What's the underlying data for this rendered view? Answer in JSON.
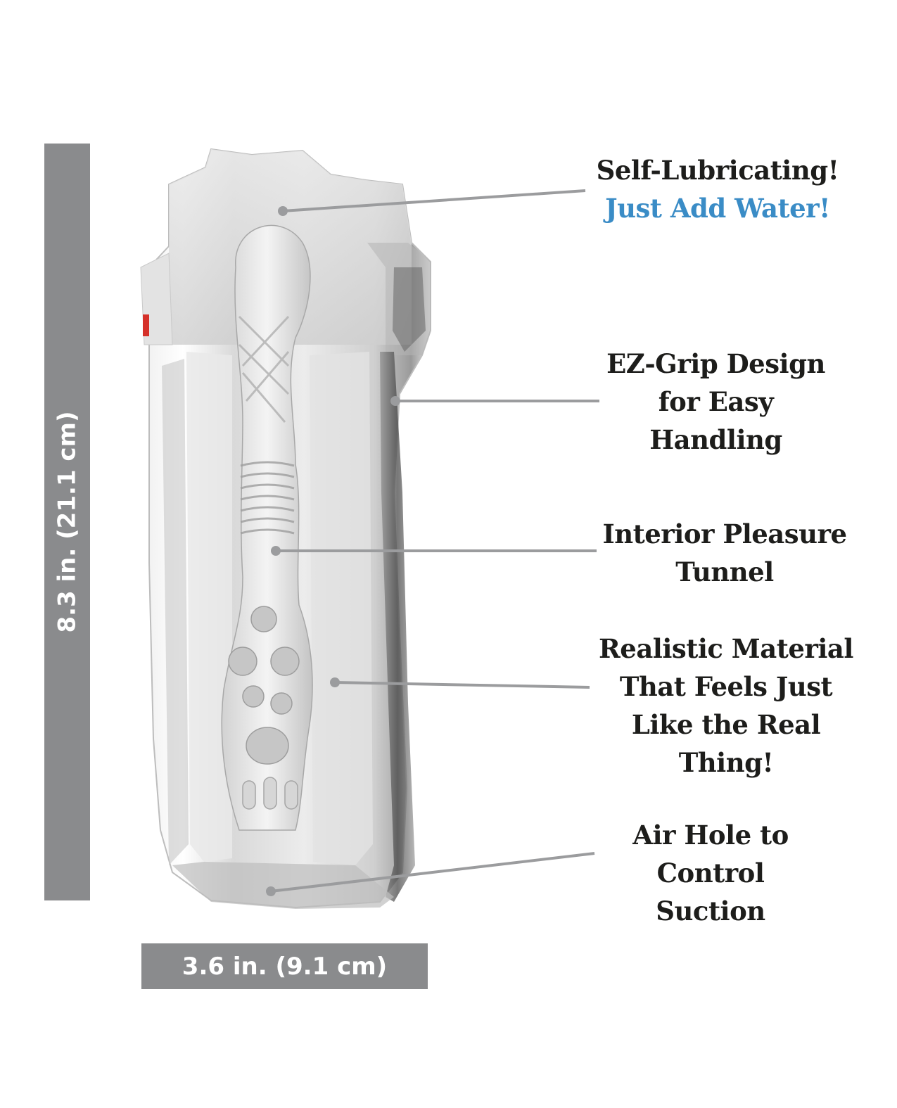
{
  "dimensions": {
    "height": "8.3 in. (21.1 cm)",
    "width": "3.6 in. (9.1 cm)"
  },
  "callouts": [
    {
      "lines": [
        "Self-Lubricating!"
      ],
      "accent_line": "Just Add Water!"
    },
    {
      "lines": [
        "EZ-Grip Design",
        "for Easy",
        "Handling"
      ]
    },
    {
      "lines": [
        "Interior Pleasure",
        "Tunnel"
      ]
    },
    {
      "lines": [
        "Realistic Material",
        "That Feels Just",
        "Like the Real Thing!"
      ]
    },
    {
      "lines": [
        "Air Hole to",
        "Control Suction"
      ]
    }
  ],
  "colors": {
    "dimension_bar": "#8a8b8d",
    "accent": "#3a8cc6",
    "text": "#1d1d1b",
    "leader_line": "#9b9c9e"
  }
}
